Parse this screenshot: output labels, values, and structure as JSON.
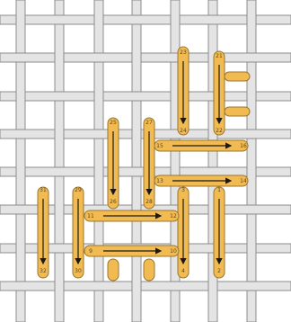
{
  "stitches": [
    {
      "id": "s21-22",
      "start": "21",
      "end": "22",
      "direction": "down"
    },
    {
      "id": "s23-24",
      "start": "23",
      "end": "24",
      "direction": "down"
    },
    {
      "id": "s25-26",
      "start": "25",
      "end": "26",
      "direction": "down"
    },
    {
      "id": "s27-28",
      "start": "27",
      "end": "28",
      "direction": "down"
    },
    {
      "id": "s29-30",
      "start": "29",
      "end": "30",
      "direction": "down"
    },
    {
      "id": "s31-32",
      "start": "31",
      "end": "32",
      "direction": "down"
    },
    {
      "id": "s1-2",
      "start": "1",
      "end": "2",
      "direction": "down"
    },
    {
      "id": "s3-4",
      "start": "3",
      "end": "4",
      "direction": "down"
    },
    {
      "id": "s15-16",
      "start": "15",
      "end": "16",
      "direction": "right"
    },
    {
      "id": "s13-14",
      "start": "13",
      "end": "14",
      "direction": "right"
    },
    {
      "id": "s11-12",
      "start": "11",
      "end": "12",
      "direction": "right"
    },
    {
      "id": "s9-10",
      "start": "9",
      "end": "10",
      "direction": "right"
    }
  ],
  "colors": {
    "background": "#ffffff",
    "canvas_thread_fill": "#e4e4e4",
    "canvas_thread_edge": "#8c8c8c",
    "stitch_fill": "#f2bb52",
    "stitch_edge": "#9a7630",
    "arrow": "#1a1a1a",
    "label": "#5a4520"
  }
}
